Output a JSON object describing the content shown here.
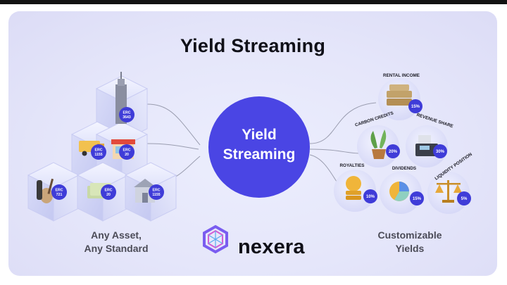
{
  "title": "Yield Streaming",
  "center": {
    "line1": "Yield",
    "line2": "Streaming"
  },
  "captions": {
    "left_line1": "Any Asset,",
    "left_line2": "Any Standard",
    "right_line1": "Customizable",
    "right_line2": "Yields"
  },
  "brand": {
    "name": "nexera"
  },
  "assets": [
    {
      "name": "skyscraper",
      "badge1": "ERC",
      "badge2": "3643"
    },
    {
      "name": "truck",
      "badge1": "ERC",
      "badge2": "1155"
    },
    {
      "name": "shop",
      "badge1": "ERC",
      "badge2": "20"
    },
    {
      "name": "guitar",
      "badge1": "ERC",
      "badge2": "721"
    },
    {
      "name": "cash",
      "badge1": "ERC",
      "badge2": "20"
    },
    {
      "name": "house",
      "badge1": "ERC",
      "badge2": "1155"
    }
  ],
  "yields": [
    {
      "label": "RENTAL INCOME",
      "pct": "15%"
    },
    {
      "label": "CARBON CREDITS",
      "pct": "20%"
    },
    {
      "label": "REVENUE SHARE",
      "pct": "30%"
    },
    {
      "label": "ROYALTIES",
      "pct": "10%"
    },
    {
      "label": "DIVIDENDS",
      "pct": "15%"
    },
    {
      "label": "LIQUIDITY POSITION",
      "pct": "5%"
    }
  ],
  "colors": {
    "accent": "#4a45e4",
    "badge": "#3f3cd8",
    "title": "#101018",
    "caption": "#4b4b57"
  }
}
